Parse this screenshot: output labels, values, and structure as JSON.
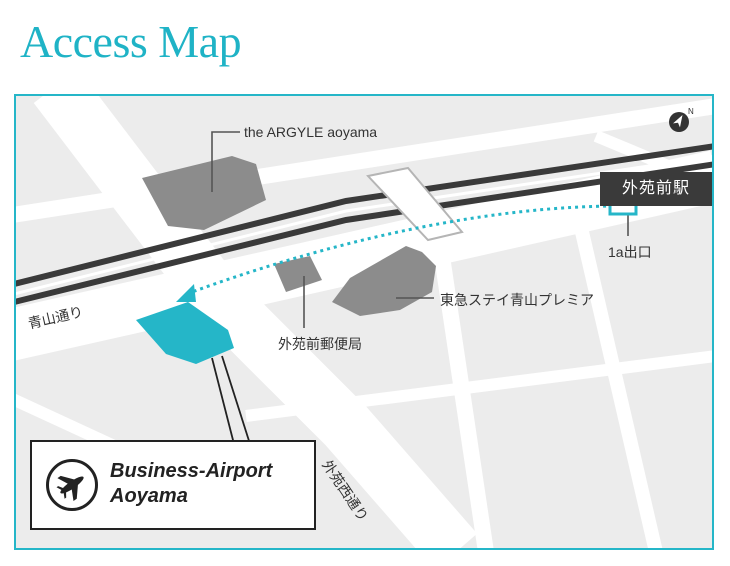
{
  "page": {
    "title": "Access Map"
  },
  "map": {
    "venue": {
      "name_line1": "Business-Airport",
      "name_line2": "Aoyama"
    },
    "station": {
      "name": "外苑前駅",
      "exit": "1a出口"
    },
    "landmarks": {
      "argyle": "the ARGYLE aoyama",
      "post_office": "外苑前郵便局",
      "hotel": "東急ステイ青山プレミア"
    },
    "streets": {
      "aoyama_dori": "青山通り",
      "gaien_nishi_dori": "外苑西通り"
    },
    "compass": {
      "north": "N"
    },
    "colors": {
      "accent": "#25b6c8",
      "road": "#ffffff",
      "building": "#8c8c8c",
      "rail": "#3a3a3a"
    }
  }
}
